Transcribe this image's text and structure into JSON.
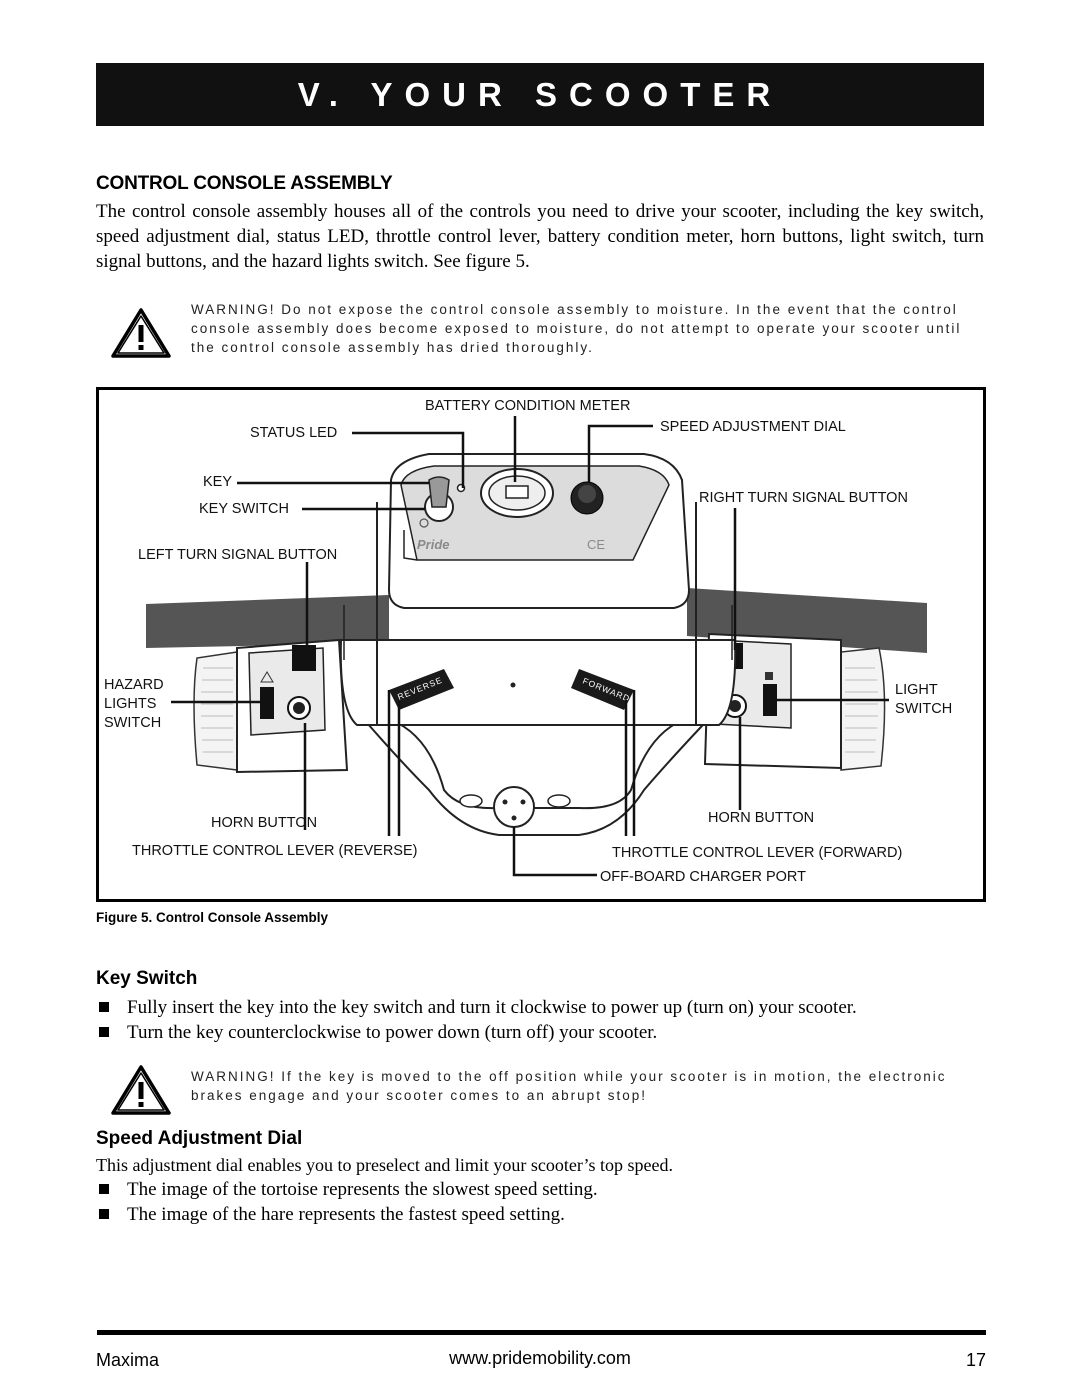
{
  "header": {
    "chapter_title": "V.  YOUR SCOOTER"
  },
  "section": {
    "title": "CONTROL CONSOLE ASSEMBLY",
    "intro": "The control console assembly houses all of the controls you need to drive your scooter, including the key switch, speed adjustment dial, status LED, throttle control lever, battery condition meter, horn buttons, light switch, turn signal buttons, and the hazard lights switch. See figure 5.",
    "warning": "WARNING! Do not expose the control console assembly to moisture. In the event that the control console assembly does become exposed to moisture, do not attempt to operate your scooter until the control console assembly has dried thoroughly."
  },
  "figure": {
    "caption": "Figure 5. Control Console Assembly",
    "labels": {
      "battery_condition_meter": "BATTERY CONDITION METER",
      "status_led": "STATUS LED",
      "speed_adjustment_dial": "SPEED ADJUSTMENT DIAL",
      "key": "KEY",
      "key_switch": "KEY SWITCH",
      "right_turn_signal_button": "RIGHT TURN SIGNAL BUTTON",
      "left_turn_signal_button": "LEFT TURN SIGNAL BUTTON",
      "hazard_1": "HAZARD",
      "hazard_2": "LIGHTS",
      "hazard_3": "SWITCH",
      "light_1": "LIGHT",
      "light_2": "SWITCH",
      "horn_button_left": "HORN BUTTON",
      "horn_button_right": "HORN BUTTON",
      "throttle_reverse": "THROTTLE CONTROL LEVER (REVERSE)",
      "throttle_forward": "THROTTLE CONTROL LEVER (FORWARD)",
      "charger_port": "OFF-BOARD CHARGER PORT"
    },
    "console_text": {
      "brand": "Pride",
      "ce_mark": "CE",
      "reverse": "REVERSE",
      "forward": "FORWARD"
    }
  },
  "key_switch": {
    "title": "Key Switch",
    "bullets": [
      "Fully insert the key into the key switch and turn it clockwise to power up (turn on) your scooter.",
      "Turn the key counterclockwise to power down (turn off) your scooter."
    ],
    "warning": "WARNING! If the key is moved to the off position while your scooter is in motion, the electronic brakes engage and your scooter comes to an abrupt stop!"
  },
  "speed_dial": {
    "title": "Speed Adjustment Dial",
    "intro": "This adjustment dial enables you to preselect and limit your scooter’s top speed.",
    "bullets": [
      "The image of the tortoise represents the slowest speed setting.",
      "The image of the hare represents the fastest speed setting."
    ]
  },
  "footer": {
    "model": "Maxima",
    "website": "www.pridemobility.com",
    "page_number": "17"
  }
}
